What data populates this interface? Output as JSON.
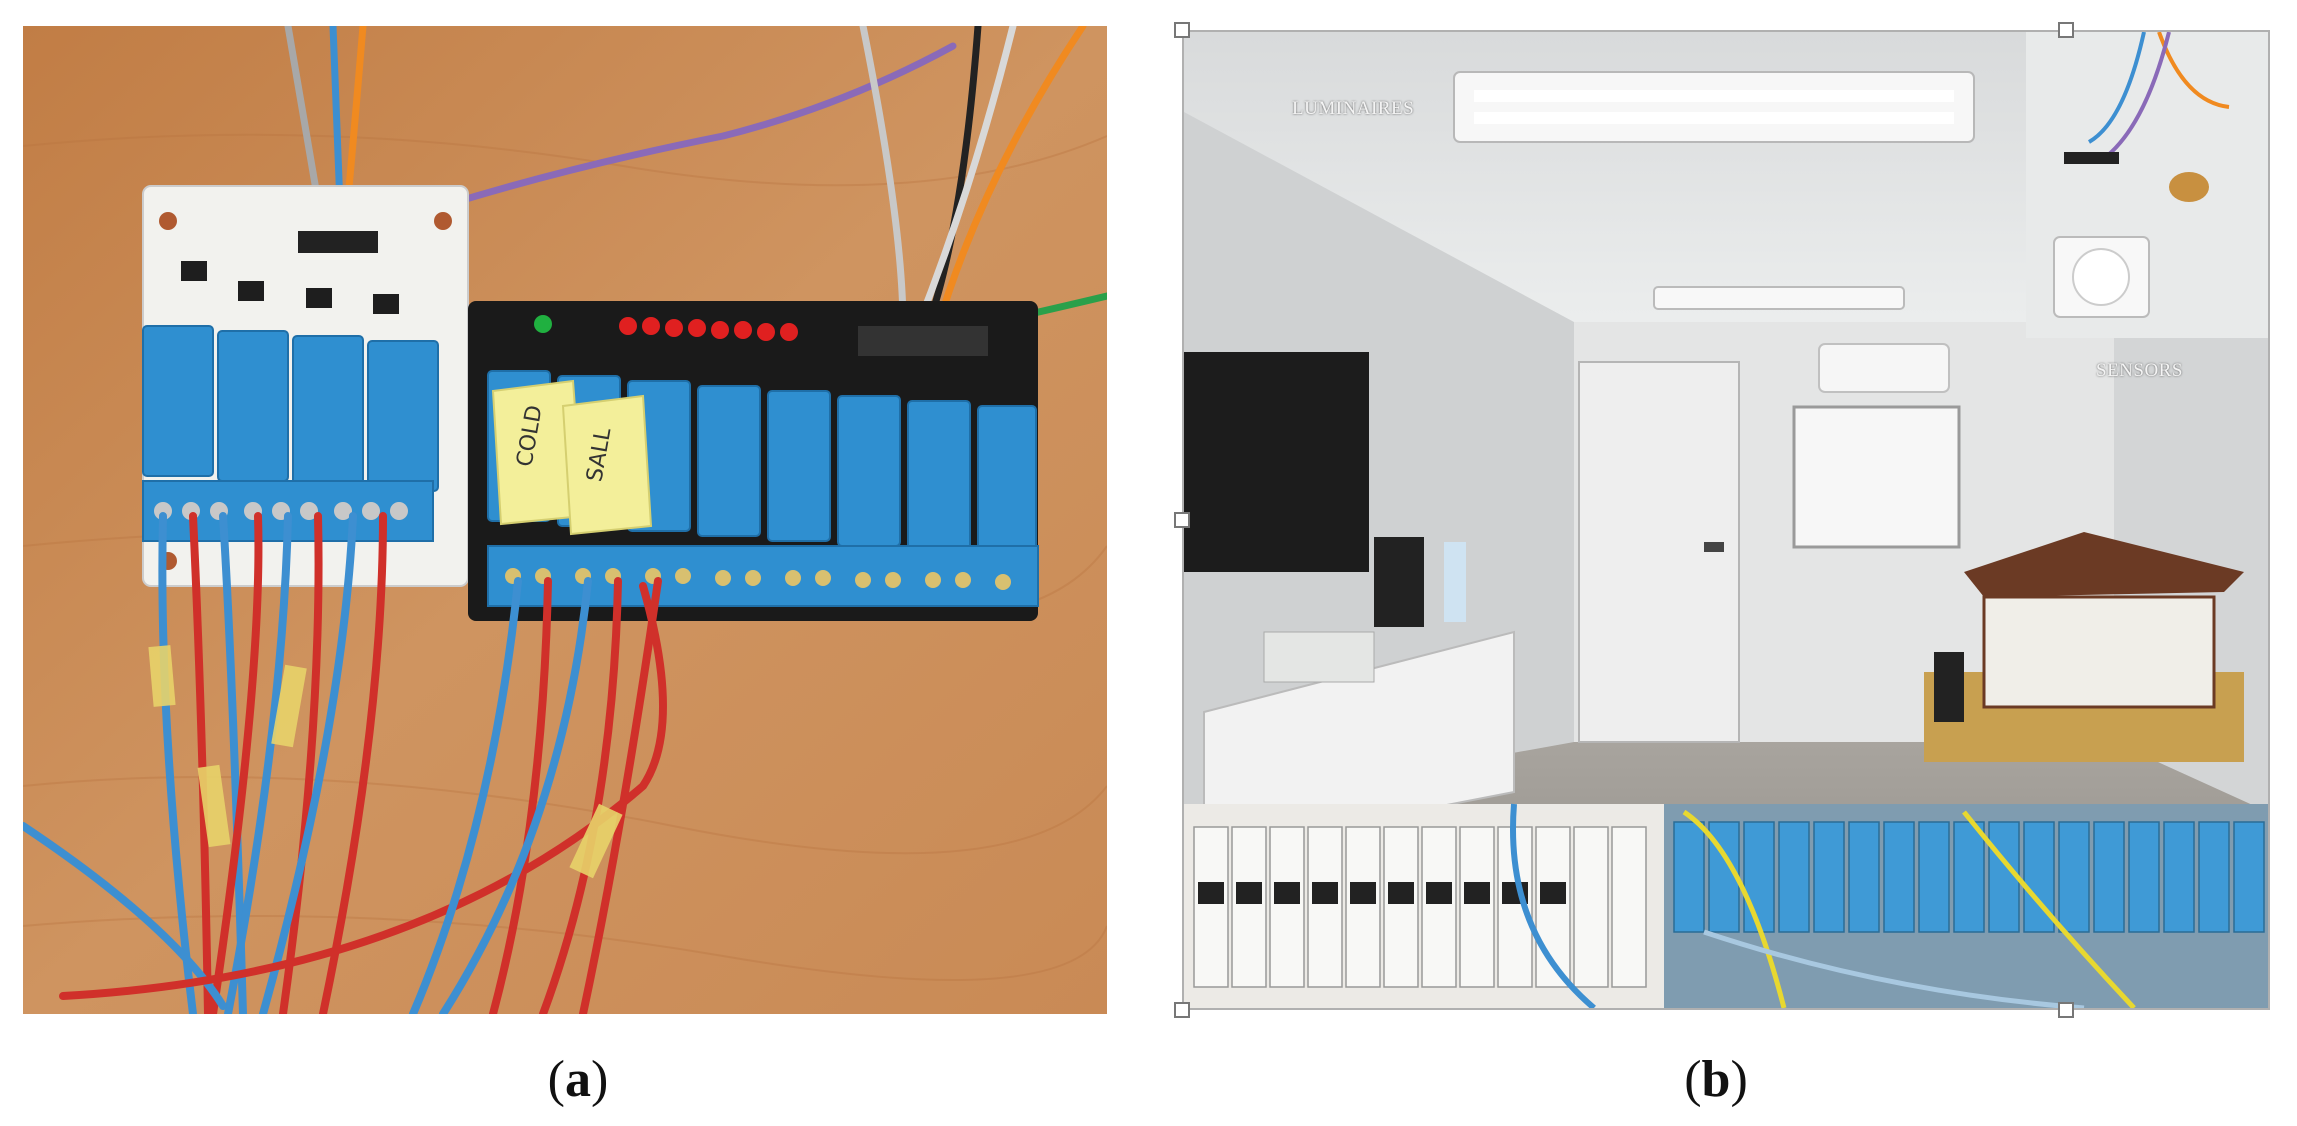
{
  "figure": {
    "panel_a": {
      "caption_open": "(",
      "caption_letter": "a",
      "caption_close": ")"
    },
    "panel_b": {
      "caption_open": "(",
      "caption_letter": "b",
      "caption_close": ")",
      "labels": {
        "luminaires": "LUMINAIRES",
        "sensors": "SENSORS"
      }
    }
  },
  "colors": {
    "table_wood": "#c98a52",
    "relay_blue": "#2f8fd0",
    "wire_red": "#d0302a",
    "wire_blue": "#3d8fd1",
    "board_black": "#1a1a1a",
    "led_red": "#e02020",
    "led_green": "#20b040",
    "wall_grey": "#d6d8d9"
  },
  "icons": {
    "panel_a": "relay-board-photo",
    "panel_b": "smart-room-photo"
  }
}
